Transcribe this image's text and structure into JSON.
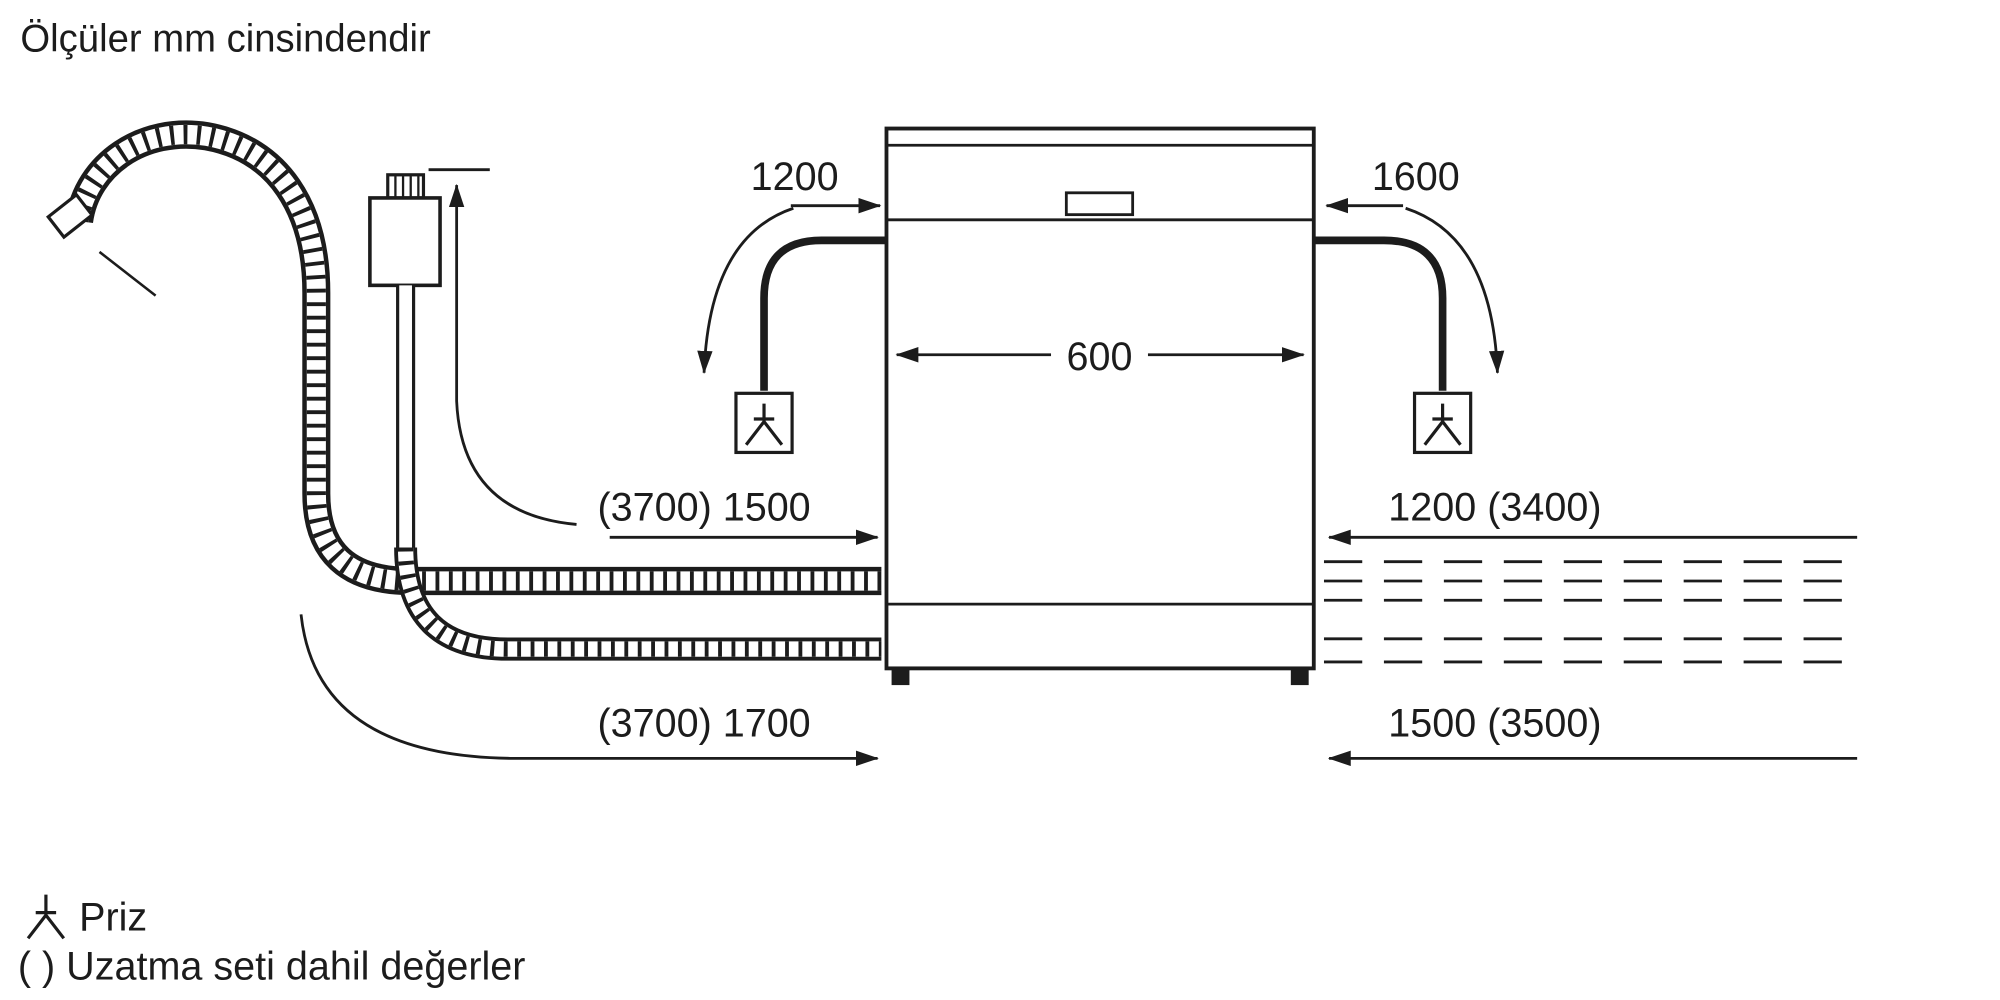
{
  "title": "Ölçüler mm cinsindendir",
  "diagram": {
    "unit": "mm",
    "dimensions": {
      "cord_left": "1200",
      "cord_right": "1600",
      "appliance_width": "600",
      "drain_hose_left": "(3700) 1500",
      "inlet_hose_right": "1200 (3400)",
      "supply_hose_left": "(3700) 1700",
      "drain_hose_right": "1500 (3500)"
    },
    "icons": {
      "outlet_left": "power-outlet-icon",
      "outlet_right": "power-outlet-icon",
      "tap": "water-tap-icon",
      "drain_hose": "corrugated-hose",
      "supply_hose": "water-supply-hose"
    }
  },
  "legend": {
    "socket_icon": "power-socket-icon",
    "socket_label": "Priz",
    "extension_note": "( ) Uzatma seti dahil değerler"
  },
  "colors": {
    "line": "#1c1c1c",
    "background": "#ffffff"
  }
}
